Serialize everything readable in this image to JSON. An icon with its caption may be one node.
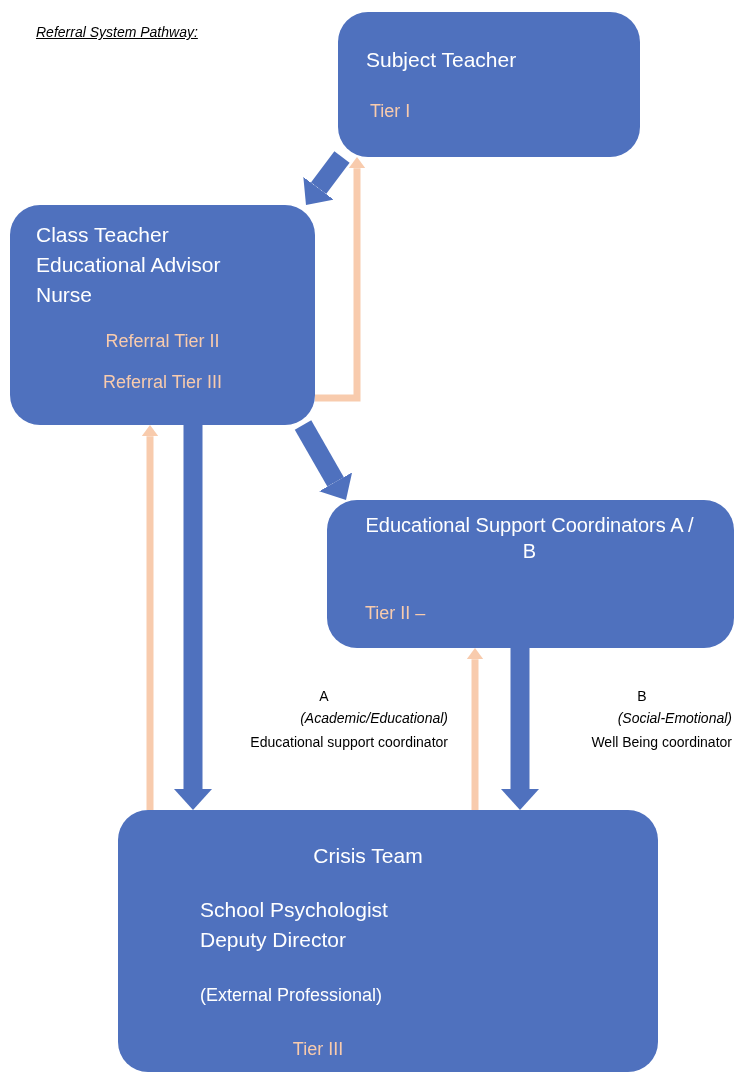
{
  "diagram": {
    "title": "Referral System Pathway:",
    "nodes": [
      {
        "text": [
          "Subject Teacher",
          "Tier I"
        ]
      },
      {
        "text": [
          "Class Teacher",
          "Educational Advisor",
          "Nurse",
          "Referral Tier II",
          "Referral Tier III"
        ]
      },
      {
        "text": [
          "Educational Support Coordinators A / B",
          "Tier II –"
        ]
      },
      {
        "text": [
          "Crisis Team",
          "School Psychologist",
          "Deputy Director",
          "(External Professional)",
          "Tier III"
        ]
      }
    ],
    "edges": [
      {
        "from": 0,
        "to": 1,
        "arrow": "to"
      },
      {
        "from": 1,
        "to": 0,
        "arrow": "to",
        "color": "#f8cbad"
      },
      {
        "from": 1,
        "to": 2,
        "arrow": "to"
      },
      {
        "from": 1,
        "to": 3,
        "arrow": "to"
      },
      {
        "from": 3,
        "to": 1,
        "arrow": "to",
        "color": "#f8cbad"
      },
      {
        "from": 2,
        "to": 3,
        "arrow": "to"
      },
      {
        "from": 3,
        "to": 2,
        "arrow": "to",
        "color": "#f8cbad"
      }
    ],
    "labels": [
      "A",
      "(Academic/Educational)",
      "Educational support coordinator",
      "B",
      "(Social-Emotional)",
      "Well Being coordinator"
    ]
  }
}
